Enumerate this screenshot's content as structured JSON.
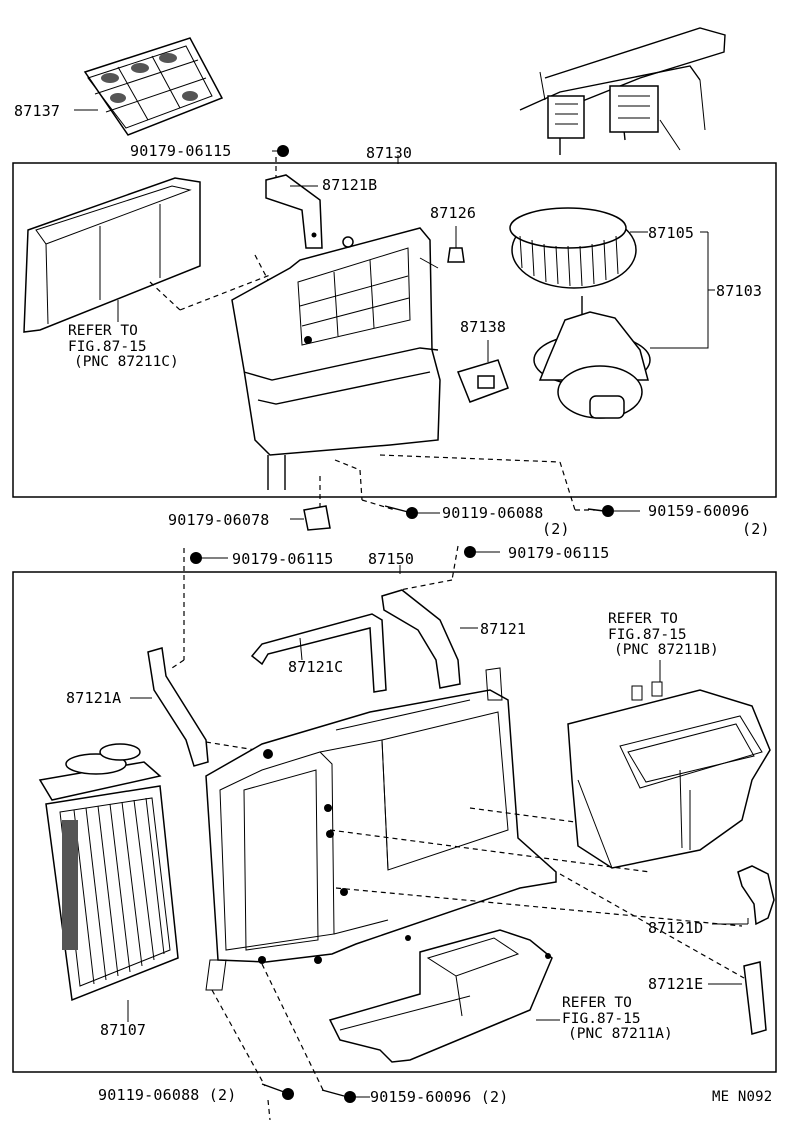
{
  "labels": {
    "p87137": "87137",
    "p90179_06115_top": "90179-06115",
    "p87130": "87130",
    "p87121B": "87121B",
    "p87126": "87126",
    "p87105": "87105",
    "p87103": "87103",
    "p87138": "87138",
    "p90179_06078": "90179-06078",
    "p90119_06088_top": "90119-06088",
    "p90119_06088_top_qty": "(2)",
    "p90159_60096_top": "90159-60096",
    "p90159_60096_top_qty": "(2)",
    "p90179_06115_mid1": "90179-06115",
    "p87150": "87150",
    "p90179_06115_mid2": "90179-06115",
    "p87121": "87121",
    "p87121C": "87121C",
    "p87121A": "87121A",
    "p87121D": "87121D",
    "p87121E": "87121E",
    "p87107": "87107",
    "p90119_06088_bot": "90119-06088 (2)",
    "p90159_60096_bot": "90159-60096 (2)",
    "figure_code": "ME N092"
  },
  "refer_notes": {
    "upper_left": [
      "REFER TO",
      "FIG.87-15",
      "(PNC 87211C)"
    ],
    "right_middle": [
      "REFER TO",
      "FIG.87-15",
      "(PNC 87211B)"
    ],
    "bottom_center": [
      "REFER TO",
      "FIG.87-15",
      "(PNC 87211A)"
    ]
  }
}
